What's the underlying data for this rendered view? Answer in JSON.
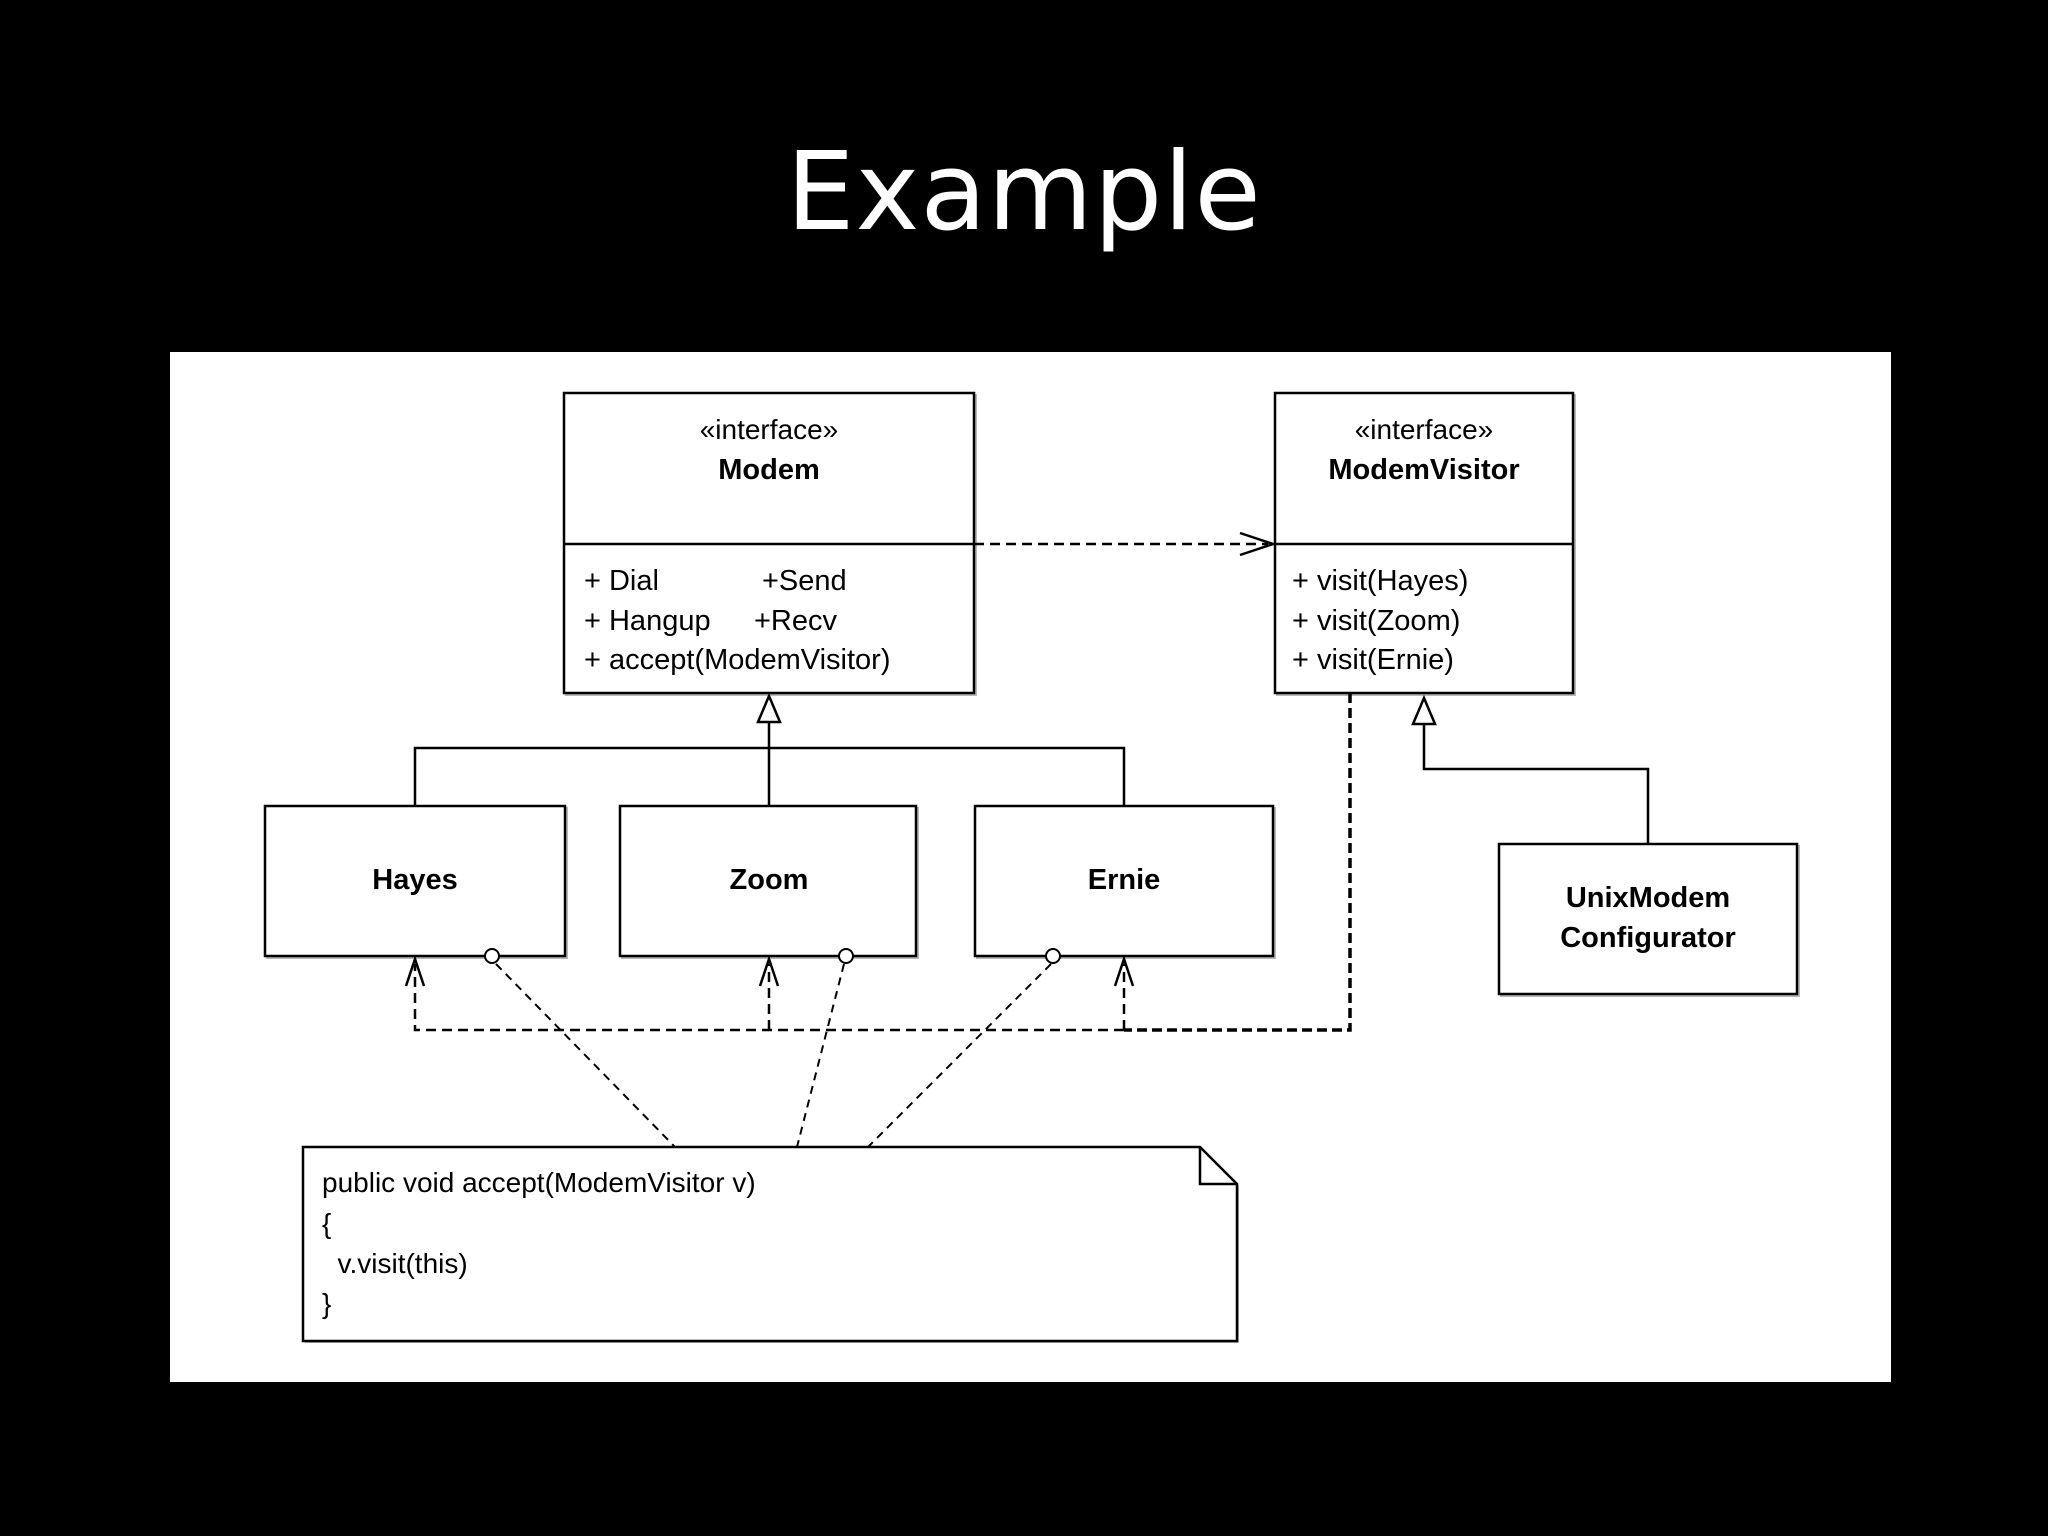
{
  "slide": {
    "title": "Example"
  },
  "diagram": {
    "modem": {
      "stereotype": "«interface»",
      "name": "Modem",
      "ops": [
        {
          "left": "+ Dial",
          "right": "+Send"
        },
        {
          "left": "+ Hangup",
          "right": "+Recv"
        },
        {
          "left": "+ accept(ModemVisitor)",
          "right": ""
        }
      ]
    },
    "visitor": {
      "stereotype": "«interface»",
      "name": "ModemVisitor",
      "ops": [
        "+ visit(Hayes)",
        "+ visit(Zoom)",
        "+ visit(Ernie)"
      ]
    },
    "hayes": {
      "name": "Hayes"
    },
    "zoom": {
      "name": "Zoom"
    },
    "ernie": {
      "name": "Ernie"
    },
    "configurator": {
      "line1": "UnixModem",
      "line2": "Configurator"
    },
    "note": {
      "lines": [
        "public void accept(ModemVisitor v)",
        "{",
        "  v.visit(this)",
        "}"
      ]
    }
  }
}
